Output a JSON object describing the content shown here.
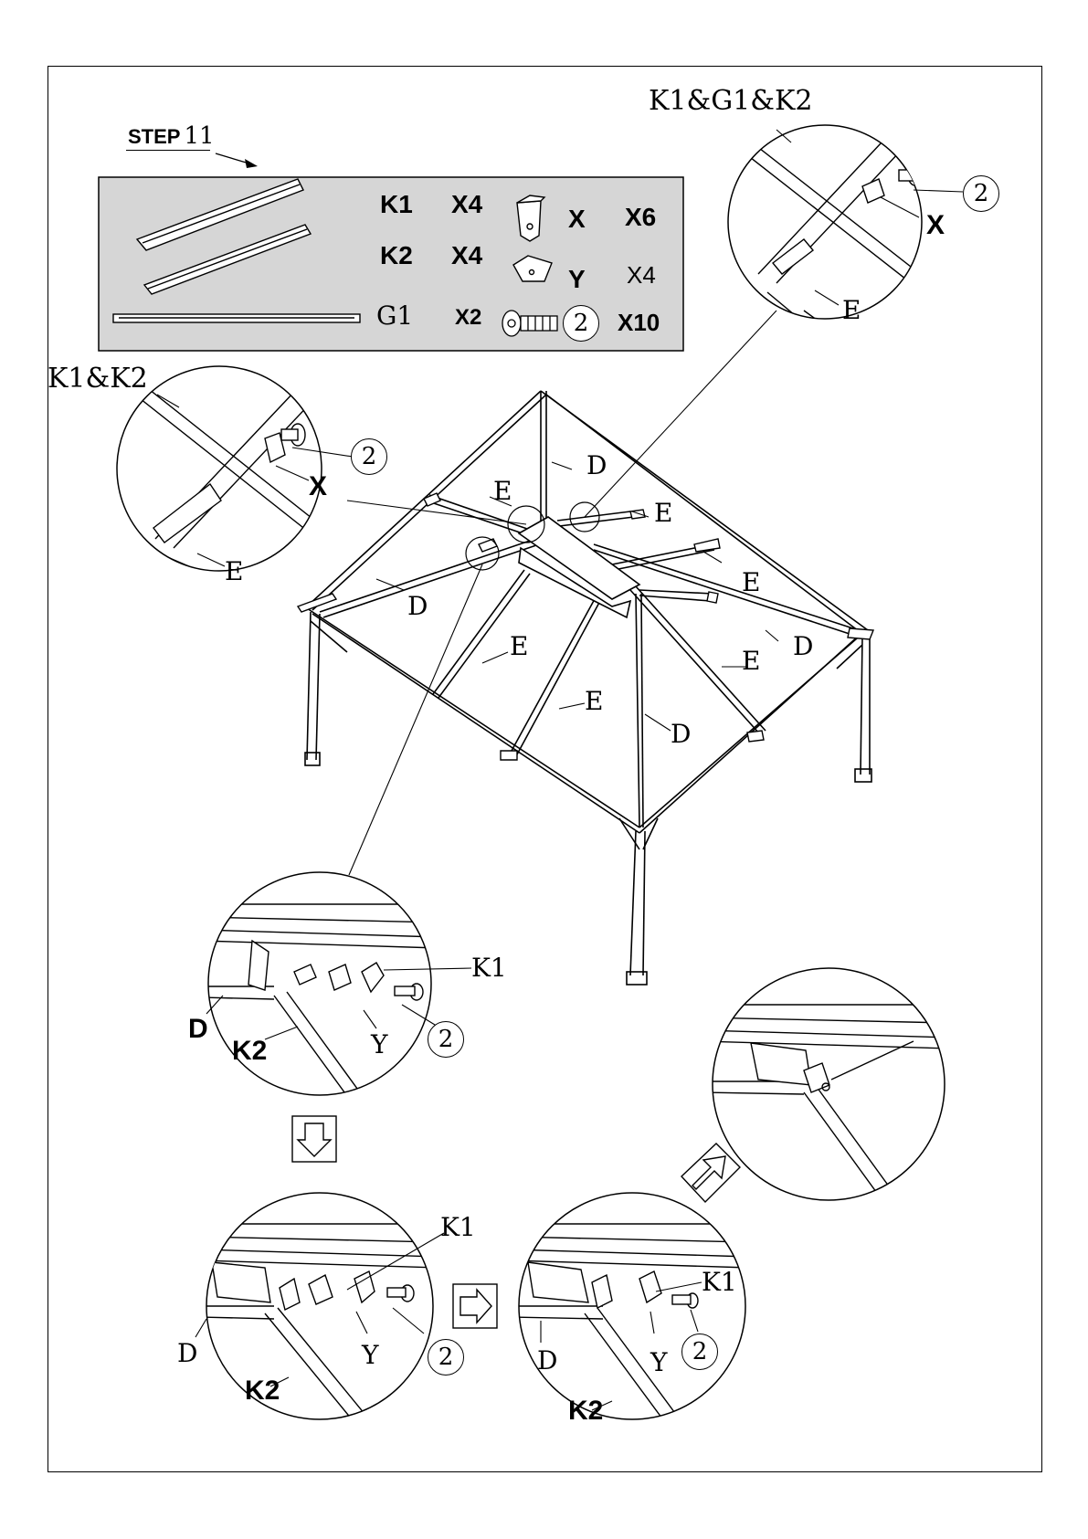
{
  "step": {
    "word": "STEP",
    "number": "11"
  },
  "parts": [
    {
      "code": "K1",
      "qty": "X4"
    },
    {
      "code": "K2",
      "qty": "X4"
    },
    {
      "code": "G1",
      "qty": "X2"
    },
    {
      "code": "X",
      "qty": "X6"
    },
    {
      "code": "Y",
      "qty": "X4"
    },
    {
      "code": "2",
      "qty": "X10"
    }
  ],
  "callouts": {
    "top_right_title": "K1&G1&K2",
    "left_title": "K1&K2",
    "bolt": "2",
    "bracket_x": "X",
    "bracket_y": "Y",
    "pole_e": "E",
    "pole_d": "D",
    "bar_k1": "K1",
    "bar_k2": "K2"
  },
  "colors": {
    "panel": "#d6d6d6",
    "ink": "#000000",
    "paper": "#ffffff"
  }
}
